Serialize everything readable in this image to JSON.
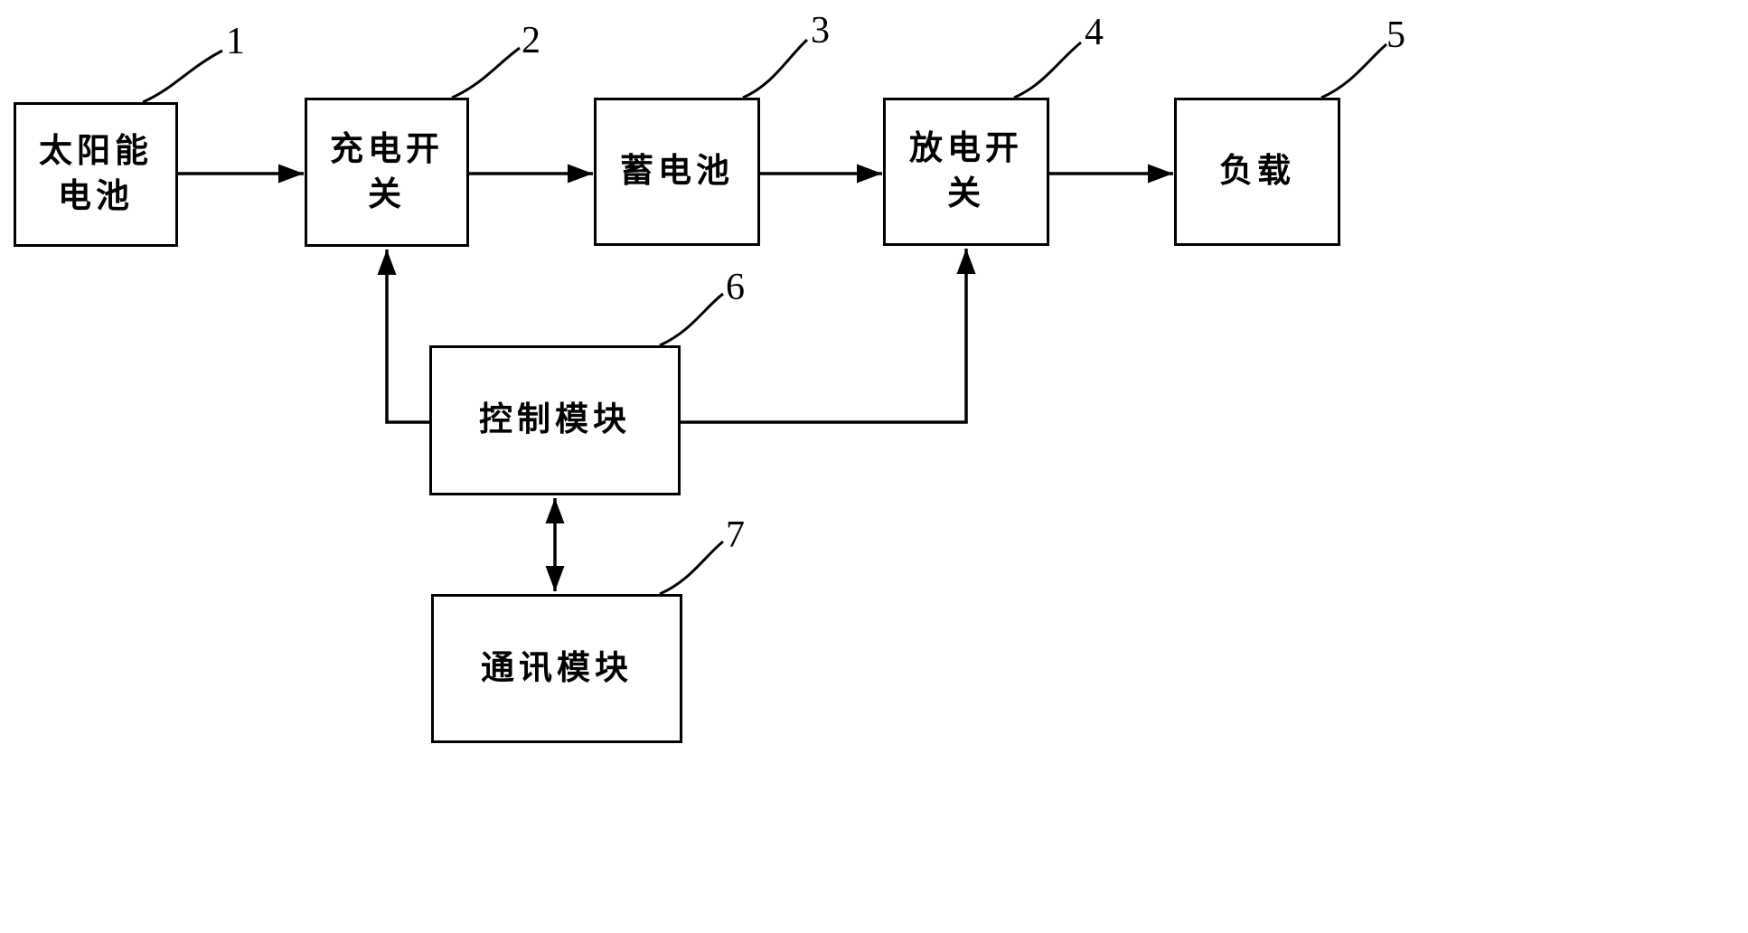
{
  "diagram": {
    "figure_type": "patent-block-diagram",
    "colors": {
      "line": "#000000",
      "background": "#ffffff",
      "text": "#000000"
    },
    "blocks": {
      "solar": {
        "number": "1",
        "lines": [
          "太阳能",
          "电池"
        ]
      },
      "charge": {
        "number": "2",
        "lines": [
          "充电开",
          "关"
        ]
      },
      "battery": {
        "number": "3",
        "lines": [
          "蓄电池"
        ]
      },
      "discharge": {
        "number": "4",
        "lines": [
          "放电开",
          "关"
        ]
      },
      "load": {
        "number": "5",
        "lines": [
          "负载"
        ]
      },
      "control": {
        "number": "6",
        "lines": [
          "控制模块"
        ]
      },
      "comm": {
        "number": "7",
        "lines": [
          "通讯模块"
        ]
      }
    },
    "connections": [
      {
        "from": "太阳能电池",
        "to": "充电开关",
        "type": "arrow"
      },
      {
        "from": "充电开关",
        "to": "蓄电池",
        "type": "arrow"
      },
      {
        "from": "蓄电池",
        "to": "放电开关",
        "type": "arrow"
      },
      {
        "from": "放电开关",
        "to": "负载",
        "type": "arrow"
      },
      {
        "from": "控制模块",
        "to": "充电开关",
        "type": "arrow"
      },
      {
        "from": "控制模块",
        "to": "放电开关",
        "type": "arrow"
      },
      {
        "from": "控制模块",
        "to": "通讯模块",
        "type": "bidirectional-arrow"
      }
    ]
  }
}
